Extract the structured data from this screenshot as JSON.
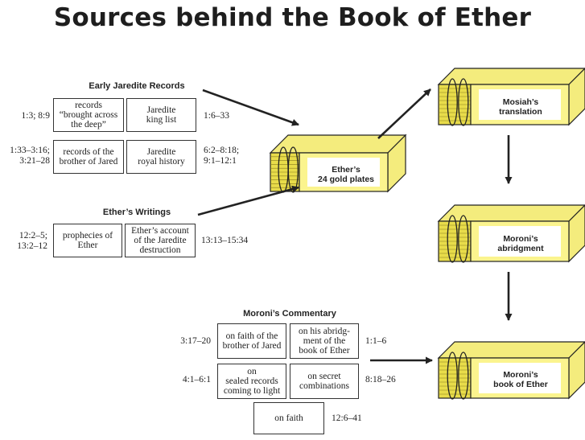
{
  "title": "Sources behind the Book of Ether",
  "early_records": {
    "header": "Early Jaredite Records",
    "boxes": [
      "records\n“brought across\nthe deep”",
      "Jaredite\nking list",
      "records of the\nbrother of Jared",
      "Jaredite\nroyal history"
    ],
    "refs": [
      "1:3; 8:9",
      "1:6–33",
      "1:33–3:16;\n3:21–28",
      "6:2–8:18;\n9:1–12:1"
    ]
  },
  "ether_writings": {
    "header": "Ether’s Writings",
    "boxes": [
      "prophecies of\nEther",
      "Ether’s account\nof the Jaredite\ndestruction"
    ],
    "refs": [
      "12:2–5;\n13:2–12",
      "13:13–15:34"
    ]
  },
  "moroni_commentary": {
    "header": "Moroni’s Commentary",
    "boxes": [
      "on faith of the\nbrother of Jared",
      "on his abridg-\nment of the\nbook of Ether",
      "on\nsealed records\ncoming to light",
      "on secret\ncombinations",
      "on faith"
    ],
    "refs": [
      "3:17–20",
      "1:1–6",
      "4:1–6:1",
      "8:18–26",
      "12:6–41"
    ]
  },
  "books": {
    "plates": "Ether’s\n24 gold plates",
    "mosiah": "Mosiah’s\ntranslation",
    "abridgment": "Moroni’s\nabridgment",
    "book": "Moroni’s\nbook of Ether"
  },
  "colors": {
    "book_face": "#fbf48e",
    "book_top": "#f4ec7d",
    "page_edge": "#e8dc4a",
    "line": "#222222"
  }
}
